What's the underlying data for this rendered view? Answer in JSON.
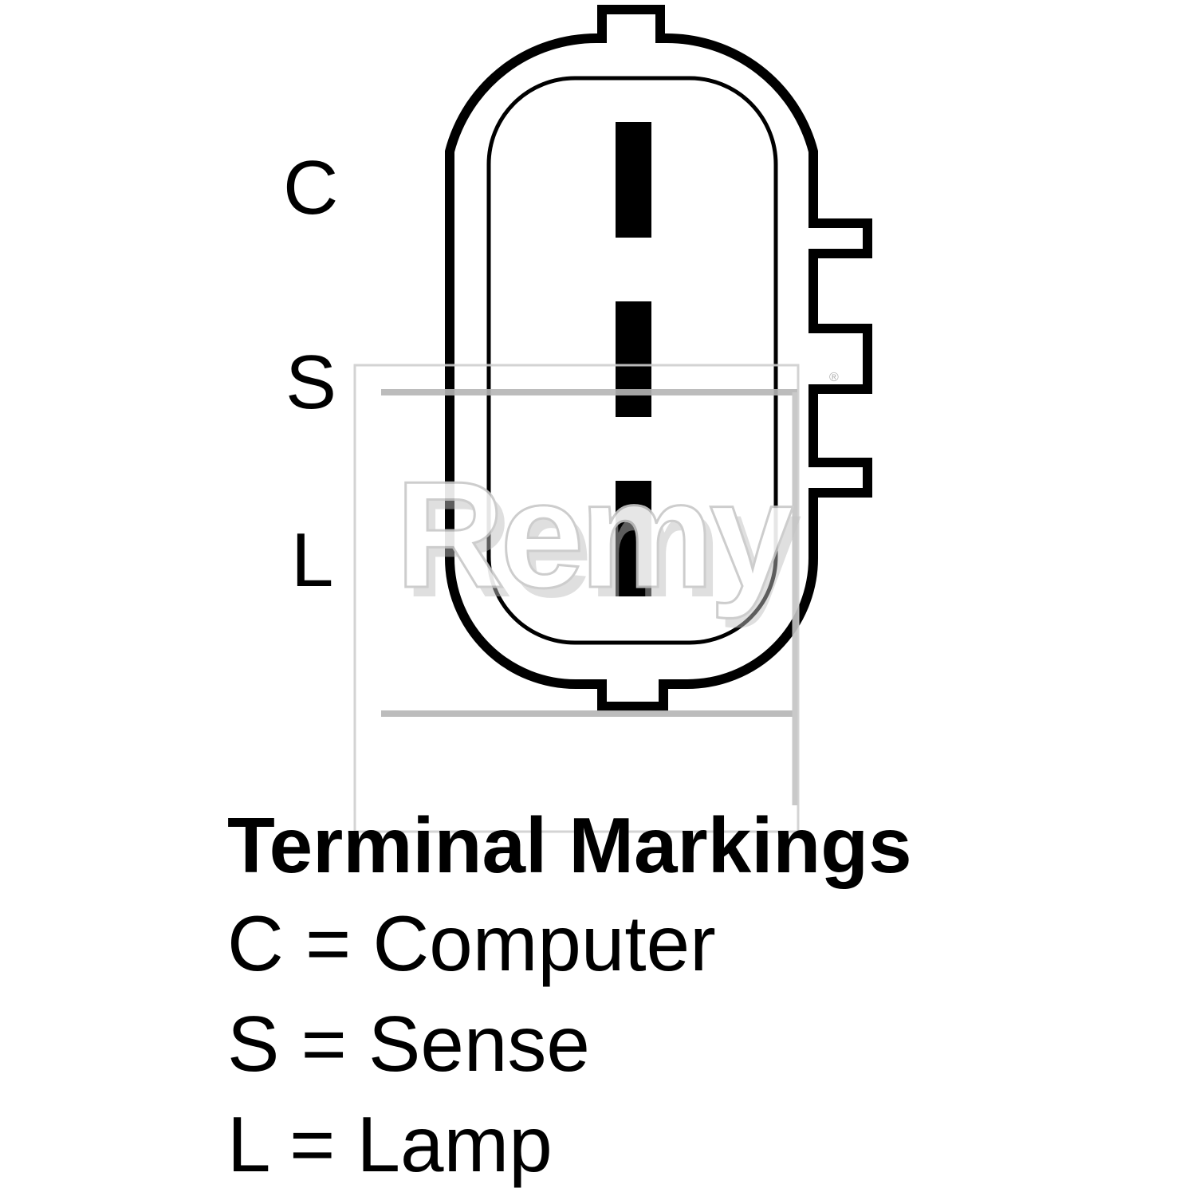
{
  "terminal_labels": {
    "c": "C",
    "s": "S",
    "l": "L"
  },
  "watermark": {
    "brand": "Remy",
    "registered": "®"
  },
  "legend": {
    "title": "Terminal Markings",
    "items": [
      "C = Computer",
      "S = Sense",
      "L = Lamp"
    ]
  },
  "colors": {
    "line": "#000000",
    "watermark": "#bdbdbd",
    "background": "#ffffff"
  }
}
